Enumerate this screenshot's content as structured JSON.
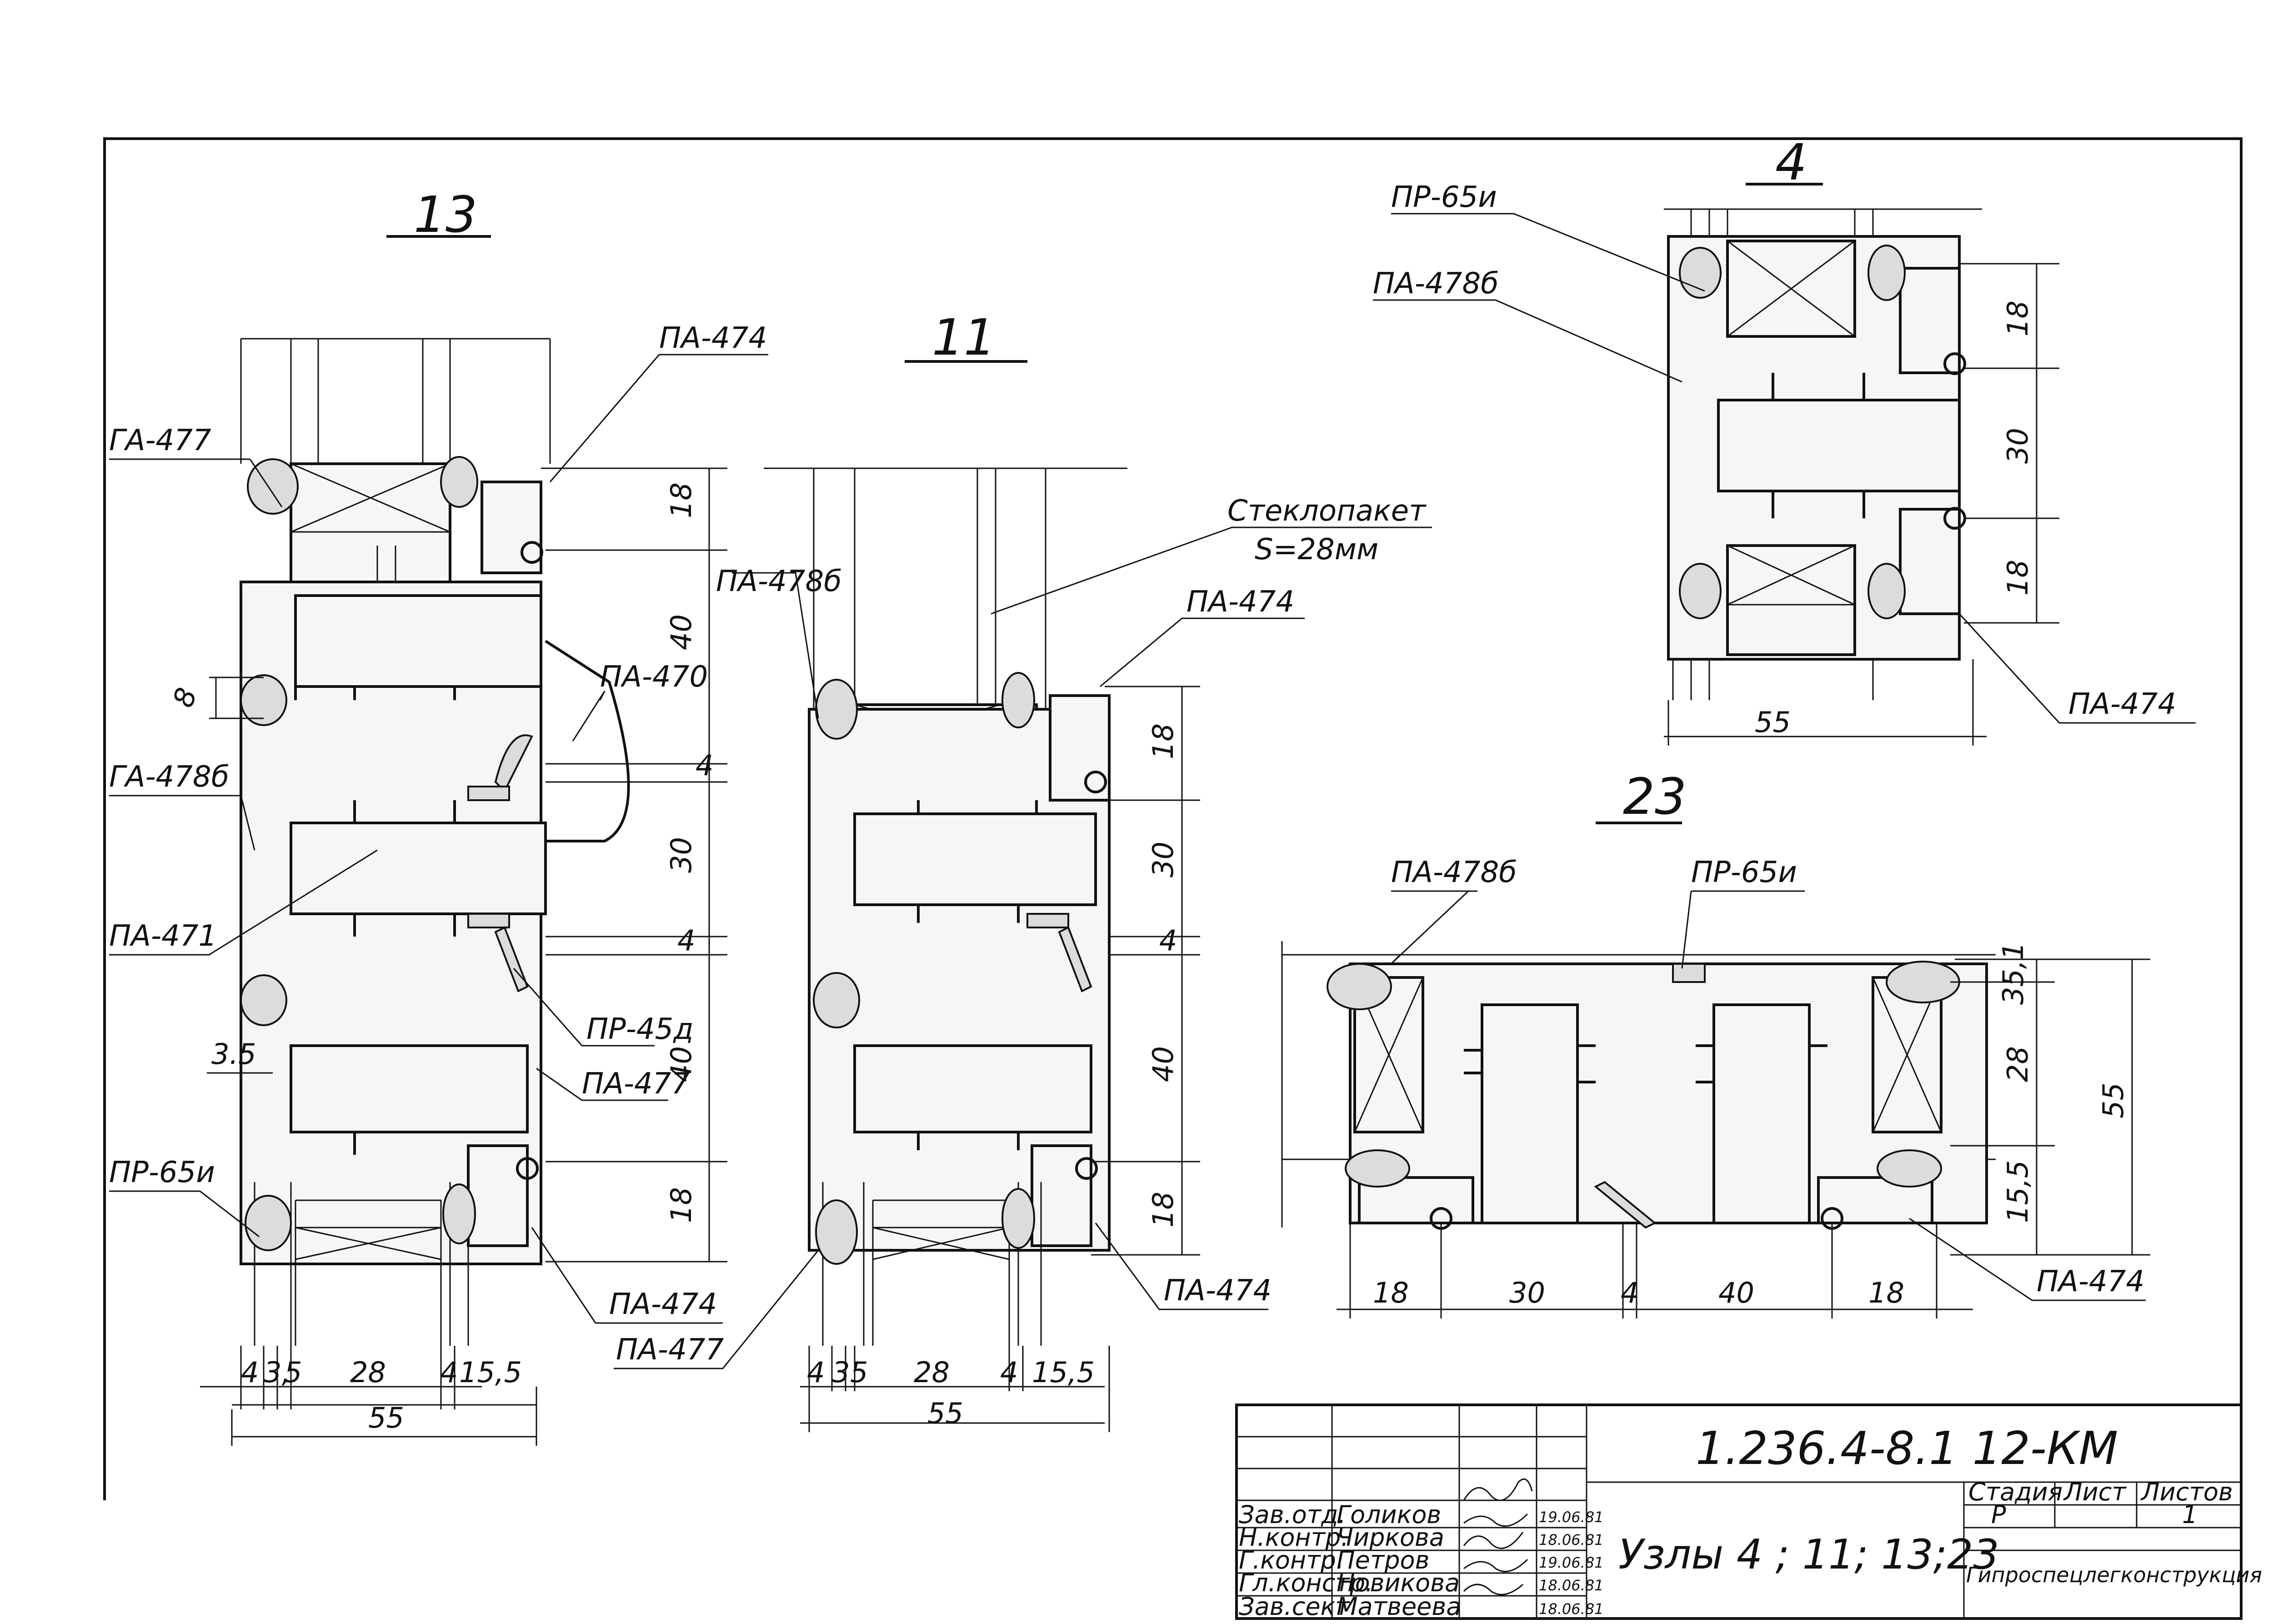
{
  "titles": {
    "node13": "13",
    "node11": "11",
    "node4": "4",
    "node23": "23"
  },
  "labels": {
    "n13_ga477": "ГА-477",
    "n13_pa474_top": "ПА-474",
    "n13_ga478b": "ГА-478б",
    "n13_pa470": "ПА-470",
    "n13_pa471": "ПА-471",
    "n13_pr45d": "ПР-45д",
    "n13_pa477": "ПА-477",
    "n13_pr65i": "ПР-65и",
    "n13_pa474_bot": "ПА-474",
    "n11_pa478b": "ПА-478б",
    "glazing_unit_1": "Стеклопакет",
    "glazing_unit_2": "S=28мм",
    "n11_pa474_top": "ПА-474",
    "n11_pa474_bot": "ПА-474",
    "n11_pa477": "ПА-477",
    "n4_pr65i": "ПР-65и",
    "n4_pa478b": "ПА-478б",
    "n4_pa474": "ПА-474",
    "n23_pa478b": "ПА-478б",
    "n23_pr65i": "ПР-65и",
    "n23_pa474": "ПА-474"
  },
  "dims": {
    "n13_18a": "18",
    "n13_40a": "40",
    "n13_8": "8",
    "n13_4a": "4",
    "n13_30": "30",
    "n13_4b": "4",
    "n13_35": "3.5",
    "n13_40b": "40",
    "n13_18b": "18",
    "n13_b4": "4",
    "n13_b3": "3,",
    "n13_b5": "5",
    "n13_b28": "28",
    "n13_b4b": "4",
    "n13_b155": "15,5",
    "n13_b55": "55",
    "n11_18a": "18",
    "n11_30": "30",
    "n11_4": "4",
    "n11_40": "40",
    "n11_18b": "18",
    "n11_b4": "4",
    "n11_b3": "3",
    "n11_b5": "5",
    "n11_b28": "28",
    "n11_b4b": "4",
    "n11_b155": "15,5",
    "n11_b55": "55",
    "n4_18a": "18",
    "n4_30": "30",
    "n4_18b": "18",
    "n4_55": "55",
    "n23_351": "35,1",
    "n23_28": "28",
    "n23_55": "55",
    "n23_155": "15,5",
    "n23_18a": "18",
    "n23_30": "30",
    "n23_4": "4",
    "n23_40": "40",
    "n23_18b": "18"
  },
  "title_block": {
    "doc_code": "1.236.4-8.1  12-КМ",
    "sheet_title": "Узлы 4 ; 11; 13;23",
    "stage_header": "Стадия",
    "sheet_header": "Лист",
    "sheets_header": "Листов",
    "stage_value": "Р",
    "sheets_value": "1",
    "organization": "Гипроспецлегконструкция",
    "rows": [
      {
        "role": "Зав.отд.",
        "name": "Голиков",
        "date": "19.06.81"
      },
      {
        "role": "Н.контр.",
        "name": "Чиркова",
        "date": "18.06.81"
      },
      {
        "role": "Г.контр.",
        "name": "Петров",
        "date": "19.06.81"
      },
      {
        "role": "Гл.констр.",
        "name": "Новикова",
        "date": "18.06.81"
      },
      {
        "role": "Зав.сект.",
        "name": "Матвеева",
        "date": "18.06.81"
      }
    ]
  }
}
